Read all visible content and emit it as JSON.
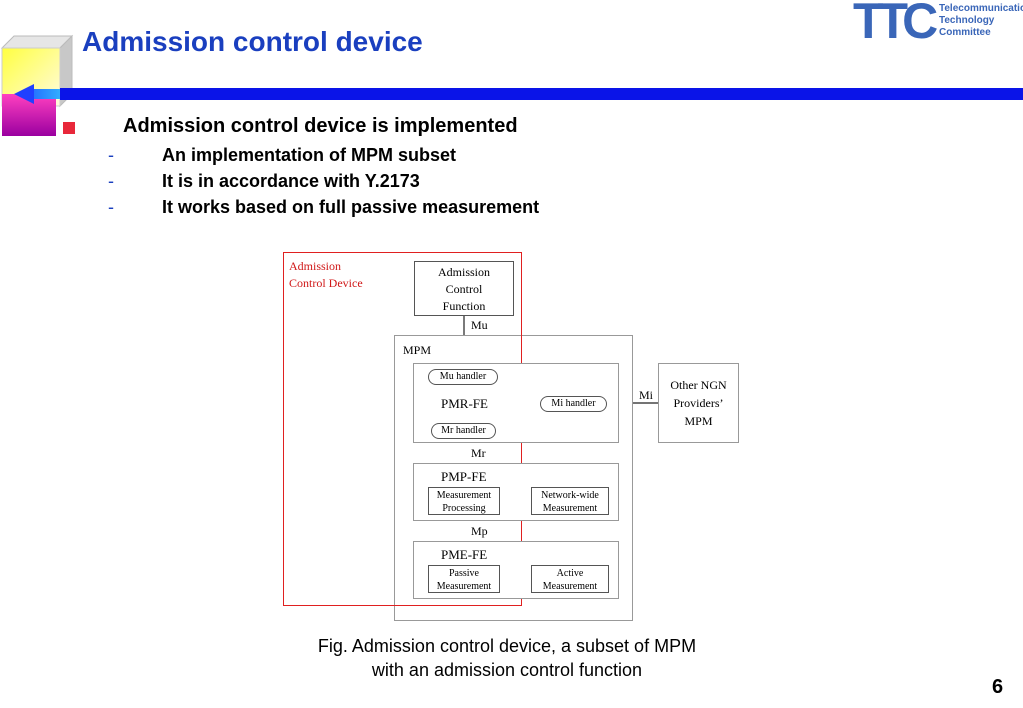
{
  "slide": {
    "title": "Admission control device",
    "bullet": "Admission control device is implemented",
    "sub_items": [
      "An implementation of MPM subset",
      "It is in accordance with Y.2173",
      "It works based on full passive measurement"
    ],
    "dash": "-",
    "caption_line1": "Fig. Admission control device, a subset of MPM",
    "caption_line2": "with an admission control function",
    "page_number": "6",
    "colors": {
      "title": "#1a3fbf",
      "bar": "#0a14e8",
      "accent_red": "#e8283a"
    }
  },
  "logo": {
    "letters": "TTC",
    "line1": "Telecommunication",
    "line2": "Technology",
    "line3": "Committee"
  },
  "diagram": {
    "acd_label_line1": "Admission",
    "acd_label_line2": "Control Device",
    "acf_line1": "Admission",
    "acf_line2": "Control",
    "acf_line3": "Function",
    "mu": "Mu",
    "mpm": "MPM",
    "mu_handler": "Mu handler",
    "pmr_fe": "PMR-FE",
    "mi_handler": "Mi handler",
    "mr_handler": "Mr handler",
    "mi": "Mi",
    "other_line1": "Other NGN",
    "other_line2": "Providers’",
    "other_line3": "MPM",
    "mr": "Mr",
    "pmp_fe": "PMP-FE",
    "meas_proc_line1": "Measurement",
    "meas_proc_line2": "Processing",
    "nw_line1": "Network-wide",
    "nw_line2": "Measurement",
    "mp": "Mp",
    "pme_fe": "PME-FE",
    "passive_line1": "Passive",
    "passive_line2": "Measurement",
    "active_line1": "Active",
    "active_line2": "Measurement"
  }
}
